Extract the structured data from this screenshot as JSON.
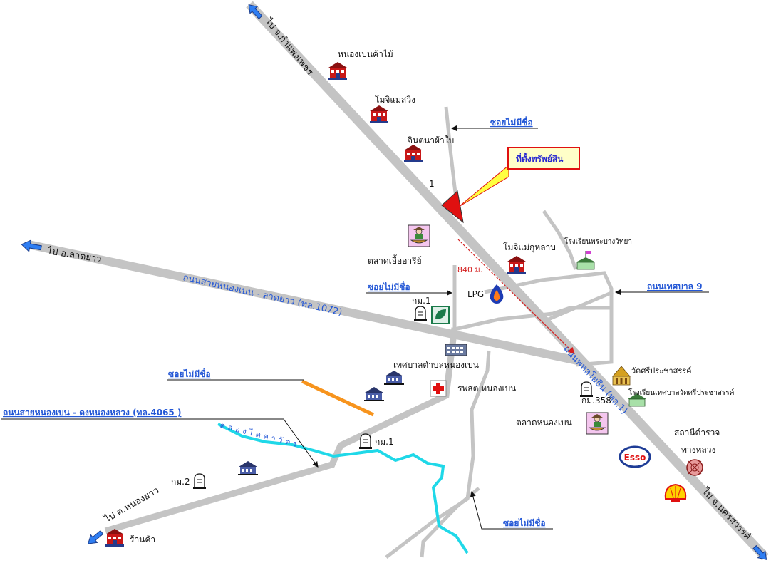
{
  "directions": {
    "kamphaeng_phet": "ไป จ.กำแพงเพชร",
    "lat_yao": "ไป อ.ลาดยาว",
    "nakhon_sawan": "ไป จ.นครสวรรค์",
    "nong_yao": "ไป ต.หนองยาว"
  },
  "roads": {
    "phahonyothin": "ถนนพหลโยธิน (ทล.1)",
    "nongben_latyao": "ถนนสายหนองเบน - ลาดยาว (ทล.1072)"
  },
  "callouts": {
    "soi_top": "ซอยไม่มีชื่อ",
    "soi_mid": "ซอยไม่มีชื่อ",
    "soi_left": "ซอยไม่มีชื่อ",
    "soi_bottom": "ซอยไม่มีชื่อ",
    "thetsaban9": "ถนนเทศบาล 9",
    "nongben_dongnongluang": "ถนนสายหนองเบน - ดงหนองหลวง (ทล.4065 )",
    "property": "ที่ตั้งทรัพย์สิน"
  },
  "places": {
    "nongben_timber": "หนองเบนค้าไม้",
    "moji_maesawing": "โมจิแม่สวิง",
    "jintana": "จินตนาผ้าใบ",
    "plot_number": "1",
    "market_uea": "ตลาดเอื้ออารีย์",
    "moji_maekulab": "โมจิแม่กุหลาบ",
    "school_phrabang": "โรงเรียนพระบางวิทยา",
    "lpg": "LPG",
    "km1_top": "กม.1",
    "municipality": "เทศบาลตำบลหนองเบน",
    "hospital": "รพสต.หนองเบน",
    "wat_sriprachasan": "วัดศรีประชาสรรค์",
    "school_wat": "โรงเรียนเทศบาลวัดศรีประชาสรรค์",
    "km358": "กม.358",
    "market_nongben": "ตลาดหนองเบน",
    "police": "สถานีตำรวจ",
    "highway": "ทางหลวง",
    "esso": "Esso",
    "km1_bottom": "กม.1",
    "km2": "กม.2",
    "shop": "ร้านค้า"
  },
  "canal": "คลองไดตาวัตร",
  "distance": "840 ม.",
  "colors": {
    "road": "#c4c4c4",
    "canal": "#1fd8e8",
    "soi_orange": "#f7941d",
    "label_blue": "#2357d6",
    "arrow_blue": "#2f7ef2",
    "property_red": "#e01010",
    "distance_red": "#d42020",
    "callout_fill": "#ffffc8"
  }
}
